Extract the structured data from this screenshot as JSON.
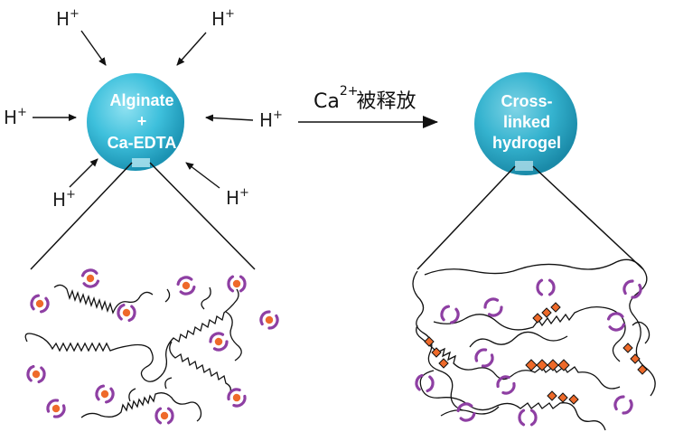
{
  "bead_left": {
    "line1": "Alginate",
    "line2": "+",
    "line3": "Ca-EDTA"
  },
  "bead_right": {
    "line1": "Cross-",
    "line2": "linked",
    "line3": "hydrogel"
  },
  "proton": {
    "symbol": "H",
    "charge": "+"
  },
  "reaction": {
    "ion": "Ca",
    "ion_charge": "2+",
    "text": "被释放"
  },
  "colors": {
    "bead_center": "#6fd3e8",
    "bead_edge": "#1b93b3",
    "chelate_ring": "#8e3fa3",
    "calcium_dot": "#ee6a2a",
    "chain": "#111111"
  }
}
